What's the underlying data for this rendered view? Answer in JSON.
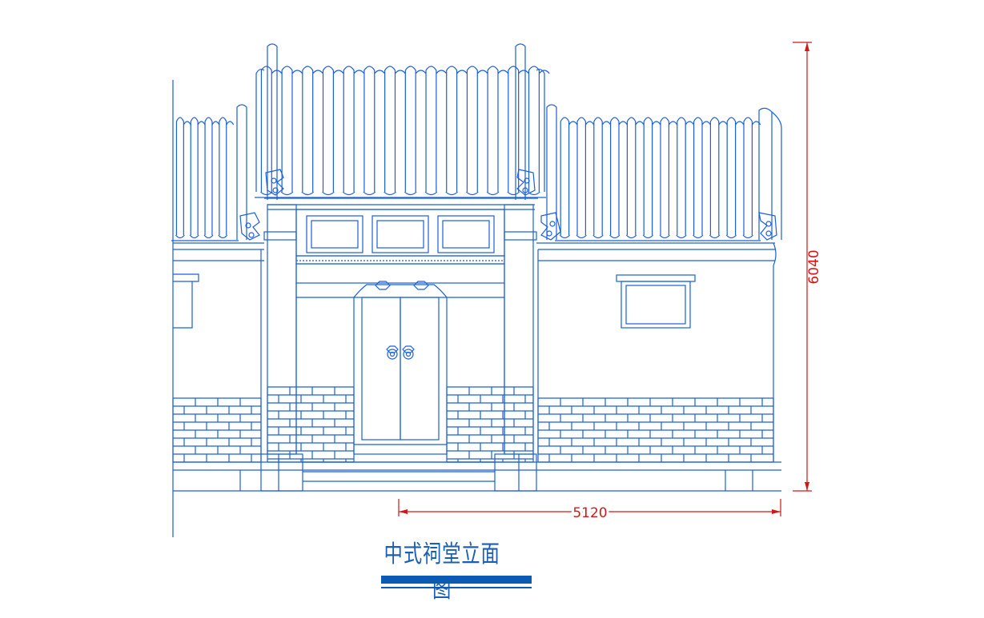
{
  "title": "中式祠堂立面图",
  "dimensions": {
    "width": "5120",
    "height": "6040"
  },
  "colors": {
    "line": "#1c5fd8",
    "dimension": "#d01818",
    "title_bar": "#0b5bb5"
  }
}
